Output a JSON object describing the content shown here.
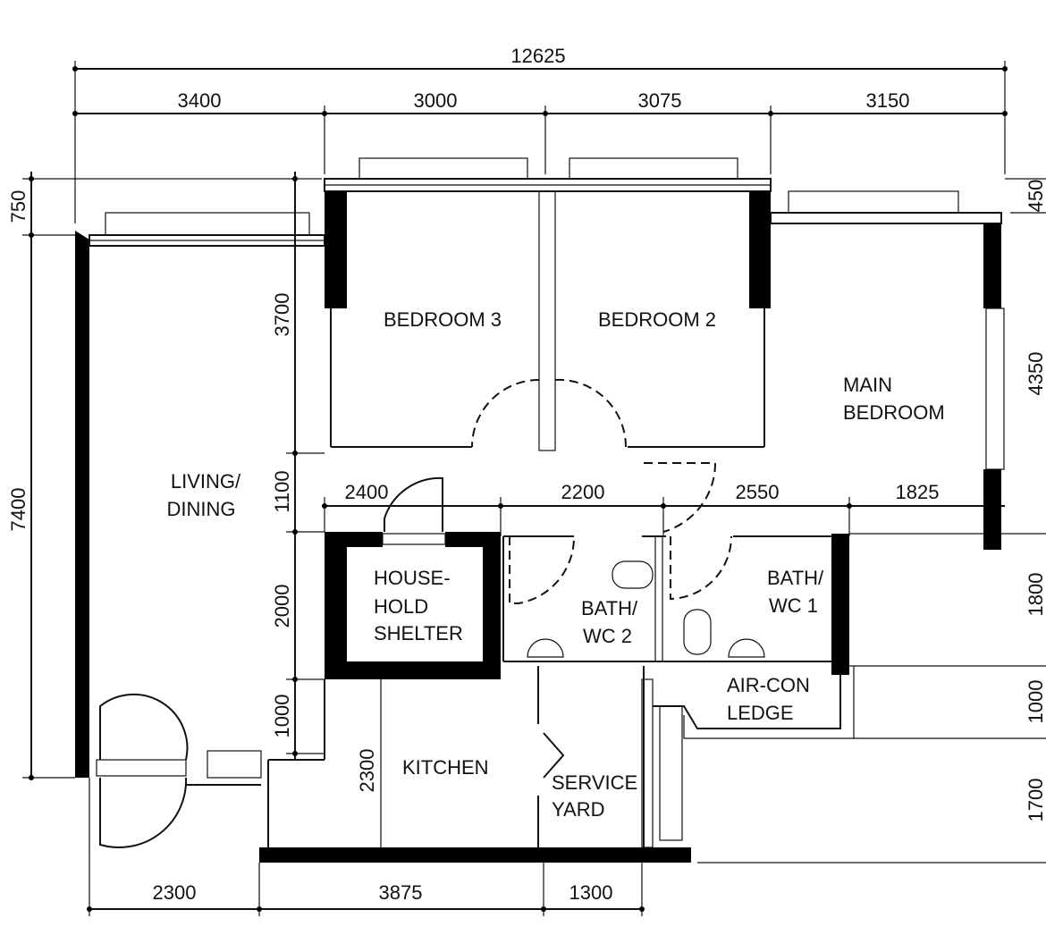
{
  "dimensions": {
    "overall_width": "12625",
    "top": [
      "3400",
      "3000",
      "3075",
      "3150"
    ],
    "left_outer": [
      "750",
      "7400"
    ],
    "left_inner": [
      "3700",
      "1100",
      "2000",
      "1000",
      "2300"
    ],
    "right": [
      "450",
      "4350",
      "1800",
      "1000",
      "1700"
    ],
    "middle": [
      "2400",
      "2200",
      "2550",
      "1825"
    ],
    "bottom": [
      "2300",
      "3875",
      "1300"
    ]
  },
  "rooms": {
    "living_1": "LIVING/",
    "living_2": "DINING",
    "bedroom3": "BEDROOM 3",
    "bedroom2": "BEDROOM 2",
    "main_1": "MAIN",
    "main_2": "BEDROOM",
    "shelter_1": "HOUSE-",
    "shelter_2": "HOLD",
    "shelter_3": "SHELTER",
    "bath2_1": "BATH/",
    "bath2_2": "WC 2",
    "bath1_1": "BATH/",
    "bath1_2": "WC 1",
    "aircon_1": "AIR-CON",
    "aircon_2": "LEDGE",
    "kitchen": "KITCHEN",
    "yard_1": "SERVICE",
    "yard_2": "YARD"
  }
}
